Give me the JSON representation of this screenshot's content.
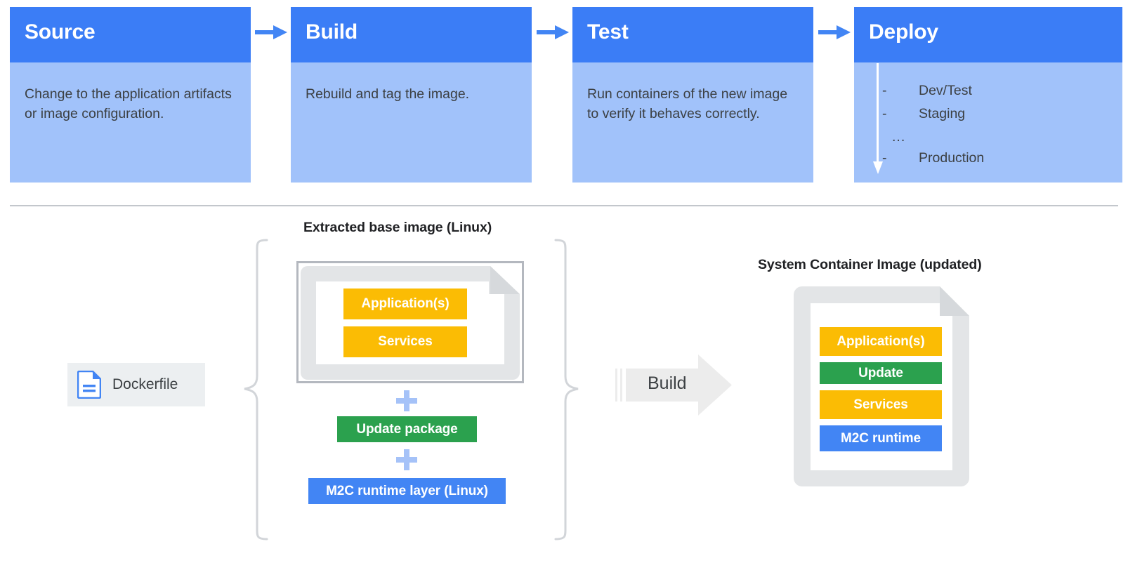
{
  "pipeline": {
    "stages": [
      {
        "title": "Source",
        "body": "Change to the application artifacts or image configuration."
      },
      {
        "title": "Build",
        "body": "Rebuild and tag the image."
      },
      {
        "title": "Test",
        "body": "Run containers of the new image to verify it behaves correctly."
      },
      {
        "title": "Deploy",
        "body": "",
        "list": [
          {
            "dash": "-",
            "label": "Dev/Test"
          },
          {
            "dash": "-",
            "label": "Staging"
          },
          {
            "dash": "",
            "label": "..."
          },
          {
            "dash": "-",
            "label": "Production"
          }
        ]
      }
    ],
    "arrow_icon": "arrow-right-icon"
  },
  "build_diagram": {
    "source_caption": "Extracted base image (Linux)",
    "result_caption": "System Container Image (updated)",
    "dockerfile": {
      "label": "Dockerfile",
      "icon": "document-icon"
    },
    "build_arrow": {
      "label": "Build",
      "icon": "arrow-right-block-icon"
    },
    "base_image_layers": [
      {
        "label": "Application(s)",
        "color": "#fbbc04"
      },
      {
        "label": "Services",
        "color": "#fbbc04"
      }
    ],
    "addends": [
      {
        "plus": "+",
        "label": "Update package",
        "color": "#2ba14e"
      },
      {
        "plus": "+",
        "label": "M2C runtime layer (Linux)",
        "color": "#4285f4"
      }
    ],
    "result_layers": [
      {
        "label": "Application(s)",
        "color": "#fbbc04"
      },
      {
        "label": "Update",
        "color": "#2ba14e"
      },
      {
        "label": "Services",
        "color": "#fbbc04"
      },
      {
        "label": "M2C runtime",
        "color": "#4285f4"
      }
    ]
  },
  "colors": {
    "header_blue": "#3b7df6",
    "body_blue": "#a1c2fa",
    "yellow": "#fbbc04",
    "green": "#2ba14e",
    "blue": "#4285f4",
    "plus_blue": "#a5c2f8",
    "gray_frame": "#e3e5e7",
    "divider": "#c3c7cc"
  }
}
